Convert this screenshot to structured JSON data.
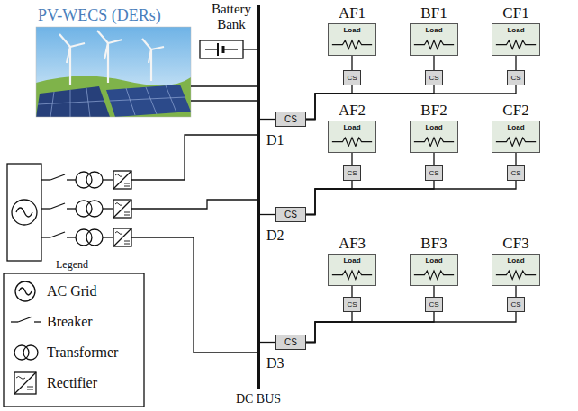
{
  "diagram": {
    "nodes": [
      {
        "text": [
          "CS"
        ]
      },
      {
        "text": [
          "AF1",
          "Load"
        ]
      },
      {
        "text": [
          "CS"
        ]
      },
      {
        "text": [
          "BF1",
          "Load"
        ]
      },
      {
        "text": [
          "CS"
        ]
      },
      {
        "text": [
          "CF1",
          "Load"
        ]
      },
      {
        "text": [
          "CS"
        ]
      },
      {
        "text": [
          "CS"
        ]
      },
      {
        "text": [
          "AF2",
          "Load"
        ]
      },
      {
        "text": [
          "CS"
        ]
      },
      {
        "text": [
          "BF2",
          "Load"
        ]
      },
      {
        "text": [
          "CS"
        ]
      },
      {
        "text": [
          "CF2",
          "Load"
        ]
      },
      {
        "text": [
          "CS"
        ]
      },
      {
        "text": [
          "CS"
        ]
      },
      {
        "text": [
          "AF3",
          "Load"
        ]
      },
      {
        "text": [
          "CS"
        ]
      },
      {
        "text": [
          "BF3",
          "Load"
        ]
      },
      {
        "text": [
          "CS"
        ]
      },
      {
        "text": [
          "CF3",
          "Load"
        ]
      },
      {
        "text": [
          "CS"
        ]
      }
    ],
    "edges": [
      {
        "from": 0,
        "to": 2,
        "arrow": "none"
      },
      {
        "from": 0,
        "to": 4,
        "arrow": "none"
      },
      {
        "from": 0,
        "to": 6,
        "arrow": "none"
      },
      {
        "from": 2,
        "to": 1,
        "arrow": "none"
      },
      {
        "from": 4,
        "to": 3,
        "arrow": "none"
      },
      {
        "from": 6,
        "to": 5,
        "arrow": "none"
      },
      {
        "from": 7,
        "to": 9,
        "arrow": "none"
      },
      {
        "from": 7,
        "to": 11,
        "arrow": "none"
      },
      {
        "from": 7,
        "to": 13,
        "arrow": "none"
      },
      {
        "from": 9,
        "to": 8,
        "arrow": "none"
      },
      {
        "from": 11,
        "to": 10,
        "arrow": "none"
      },
      {
        "from": 13,
        "to": 12,
        "arrow": "none"
      },
      {
        "from": 14,
        "to": 16,
        "arrow": "none"
      },
      {
        "from": 14,
        "to": 18,
        "arrow": "none"
      },
      {
        "from": 14,
        "to": 20,
        "arrow": "none"
      },
      {
        "from": 16,
        "to": 15,
        "arrow": "none"
      },
      {
        "from": 18,
        "to": 17,
        "arrow": "none"
      },
      {
        "from": 20,
        "to": 19,
        "arrow": "none"
      }
    ],
    "labels": [
      "PV-WECS (DERs)",
      "Battery Bank",
      "DC BUS",
      "D1",
      "D2",
      "D3",
      "Legend"
    ],
    "legend": [
      {
        "text": "AC Grid"
      },
      {
        "text": "Breaker"
      },
      {
        "text": "Transformer"
      },
      {
        "text": "Rectifier"
      }
    ]
  }
}
